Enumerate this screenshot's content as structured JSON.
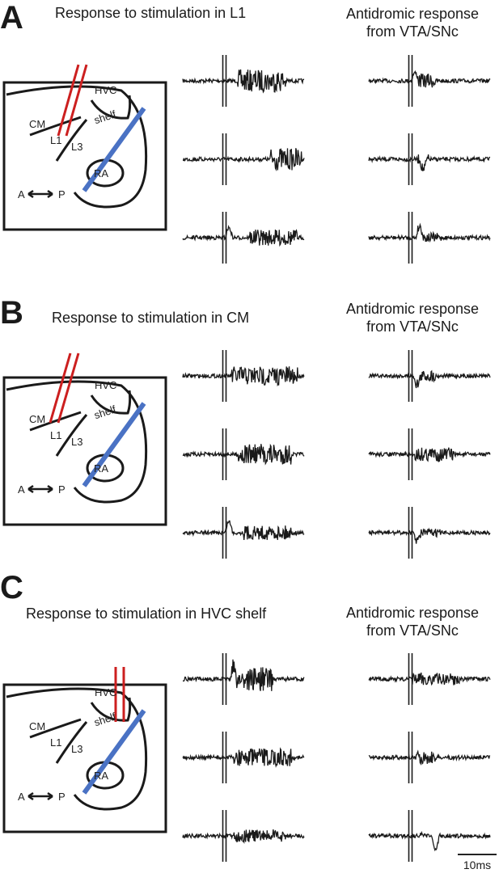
{
  "panels": [
    {
      "letter": "A",
      "left_title": "Response to stimulation in L1",
      "right_title": [
        "Antidromic response",
        "from VTA/SNc"
      ],
      "labels": {
        "hvc": "HVC",
        "shelf": "shelf",
        "cm": "CM",
        "l1": "L1",
        "l3": "L3",
        "ra": "RA",
        "a": "A",
        "p": "P"
      }
    },
    {
      "letter": "B",
      "left_title": "Response to stimulation in CM",
      "right_title": [
        "Antidromic response",
        "from VTA/SNc"
      ],
      "labels": {
        "hvc": "HVC",
        "shelf": "shelf",
        "cm": "CM",
        "l1": "L1",
        "l3": "L3",
        "ra": "RA",
        "a": "A",
        "p": "P"
      }
    },
    {
      "letter": "C",
      "left_title": "Response to stimulation in HVC shelf",
      "right_title": [
        "Antidromic response",
        "from VTA/SNc"
      ],
      "labels": {
        "hvc": "HVC",
        "shelf": "shelf",
        "cm": "CM",
        "l1": "L1",
        "l3": "L3",
        "ra": "RA",
        "a": "A",
        "p": "P"
      }
    }
  ],
  "scale_bar": "10ms",
  "colors": {
    "stimulation_electrode": "#cc1f1f",
    "recording_electrode": "#4a72c4",
    "trace": "#1a1a1a"
  }
}
